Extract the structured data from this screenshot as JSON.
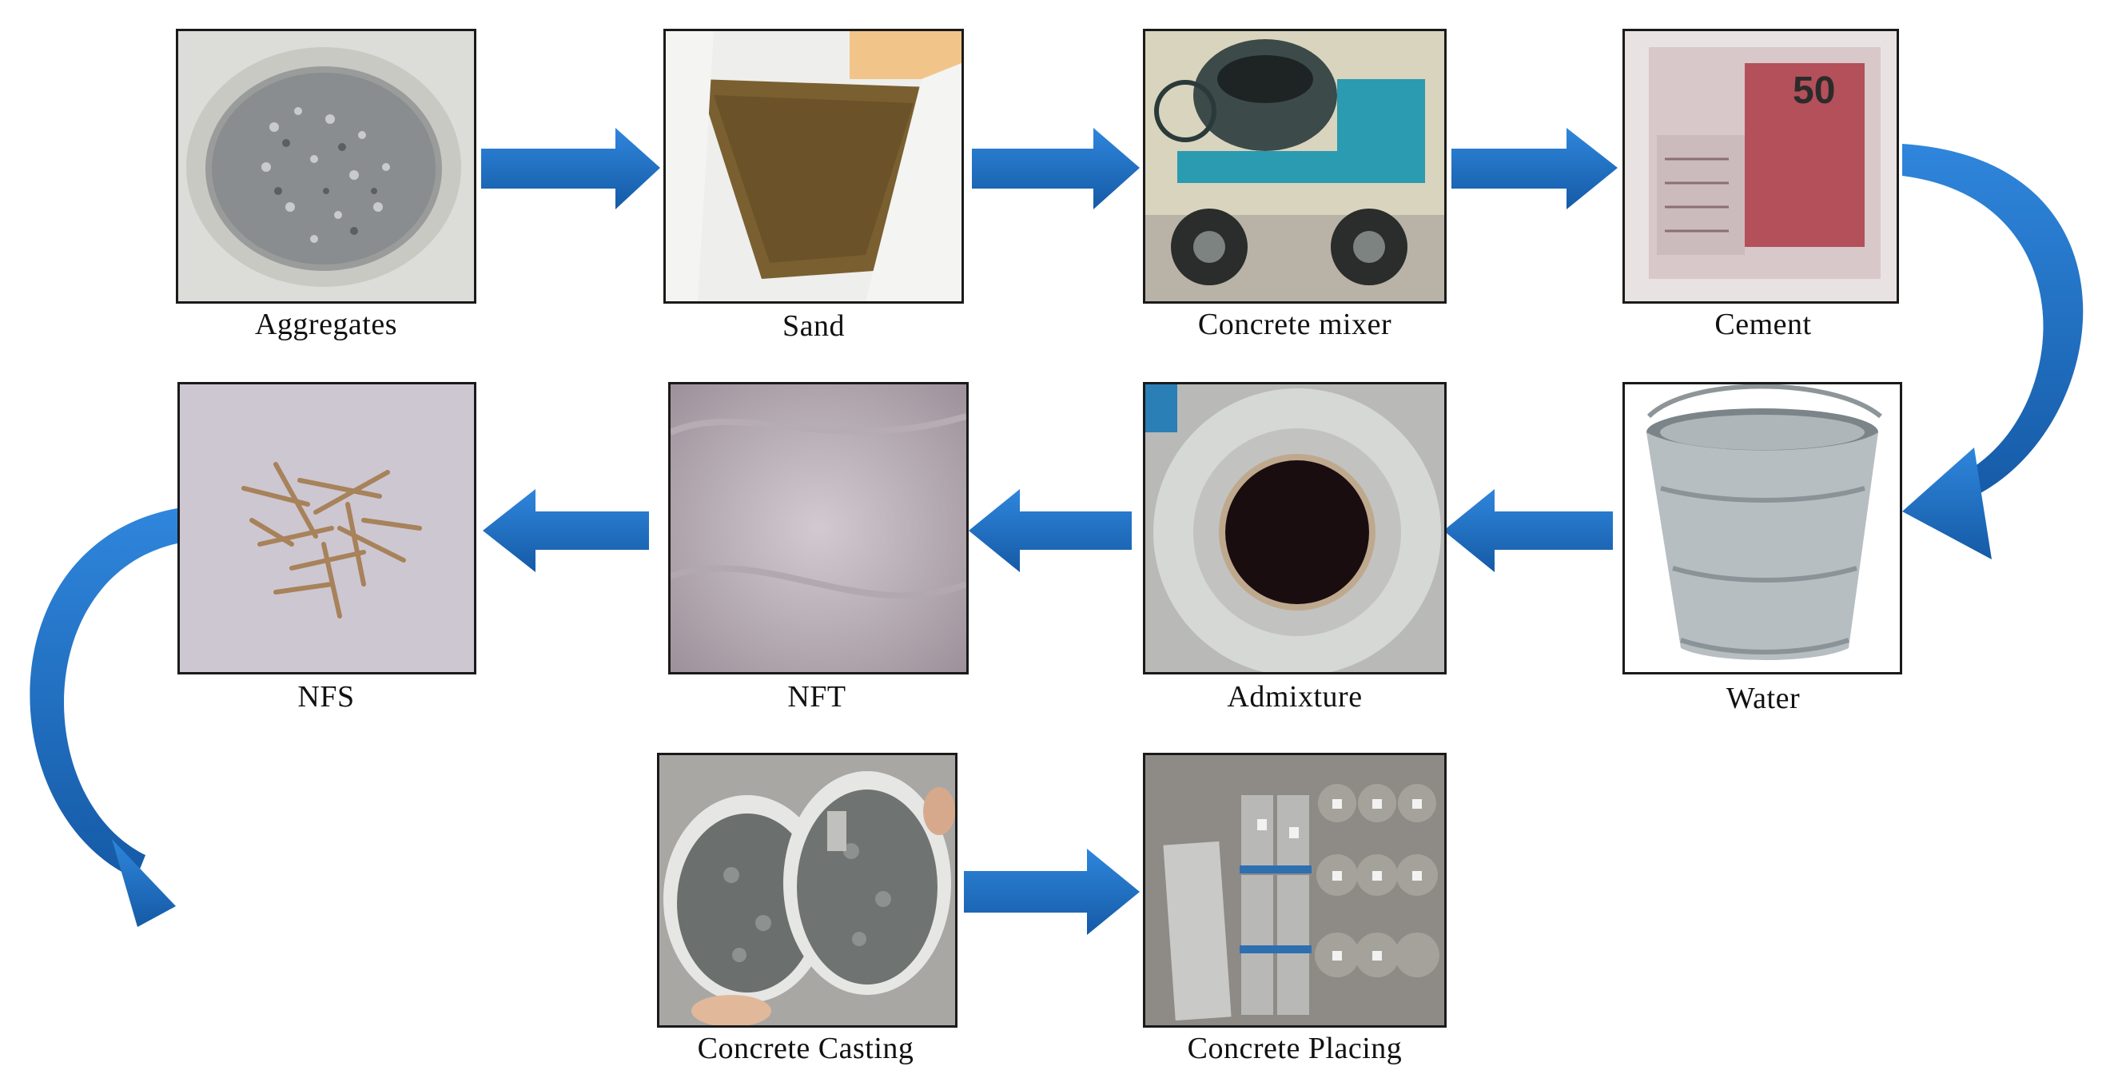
{
  "accent": "#1f6fc2",
  "steps": [
    {
      "id": "aggregates",
      "label": "Aggregates"
    },
    {
      "id": "sand",
      "label": "Sand"
    },
    {
      "id": "concrete-mixer",
      "label": "Concrete mixer"
    },
    {
      "id": "cement",
      "label": "Cement"
    },
    {
      "id": "water",
      "label": "Water"
    },
    {
      "id": "admixture",
      "label": "Admixture"
    },
    {
      "id": "nft",
      "label": "NFT"
    },
    {
      "id": "nfs",
      "label": "NFS"
    },
    {
      "id": "concrete-casting",
      "label": "Concrete Casting"
    },
    {
      "id": "concrete-placing",
      "label": "Concrete Placing"
    }
  ]
}
